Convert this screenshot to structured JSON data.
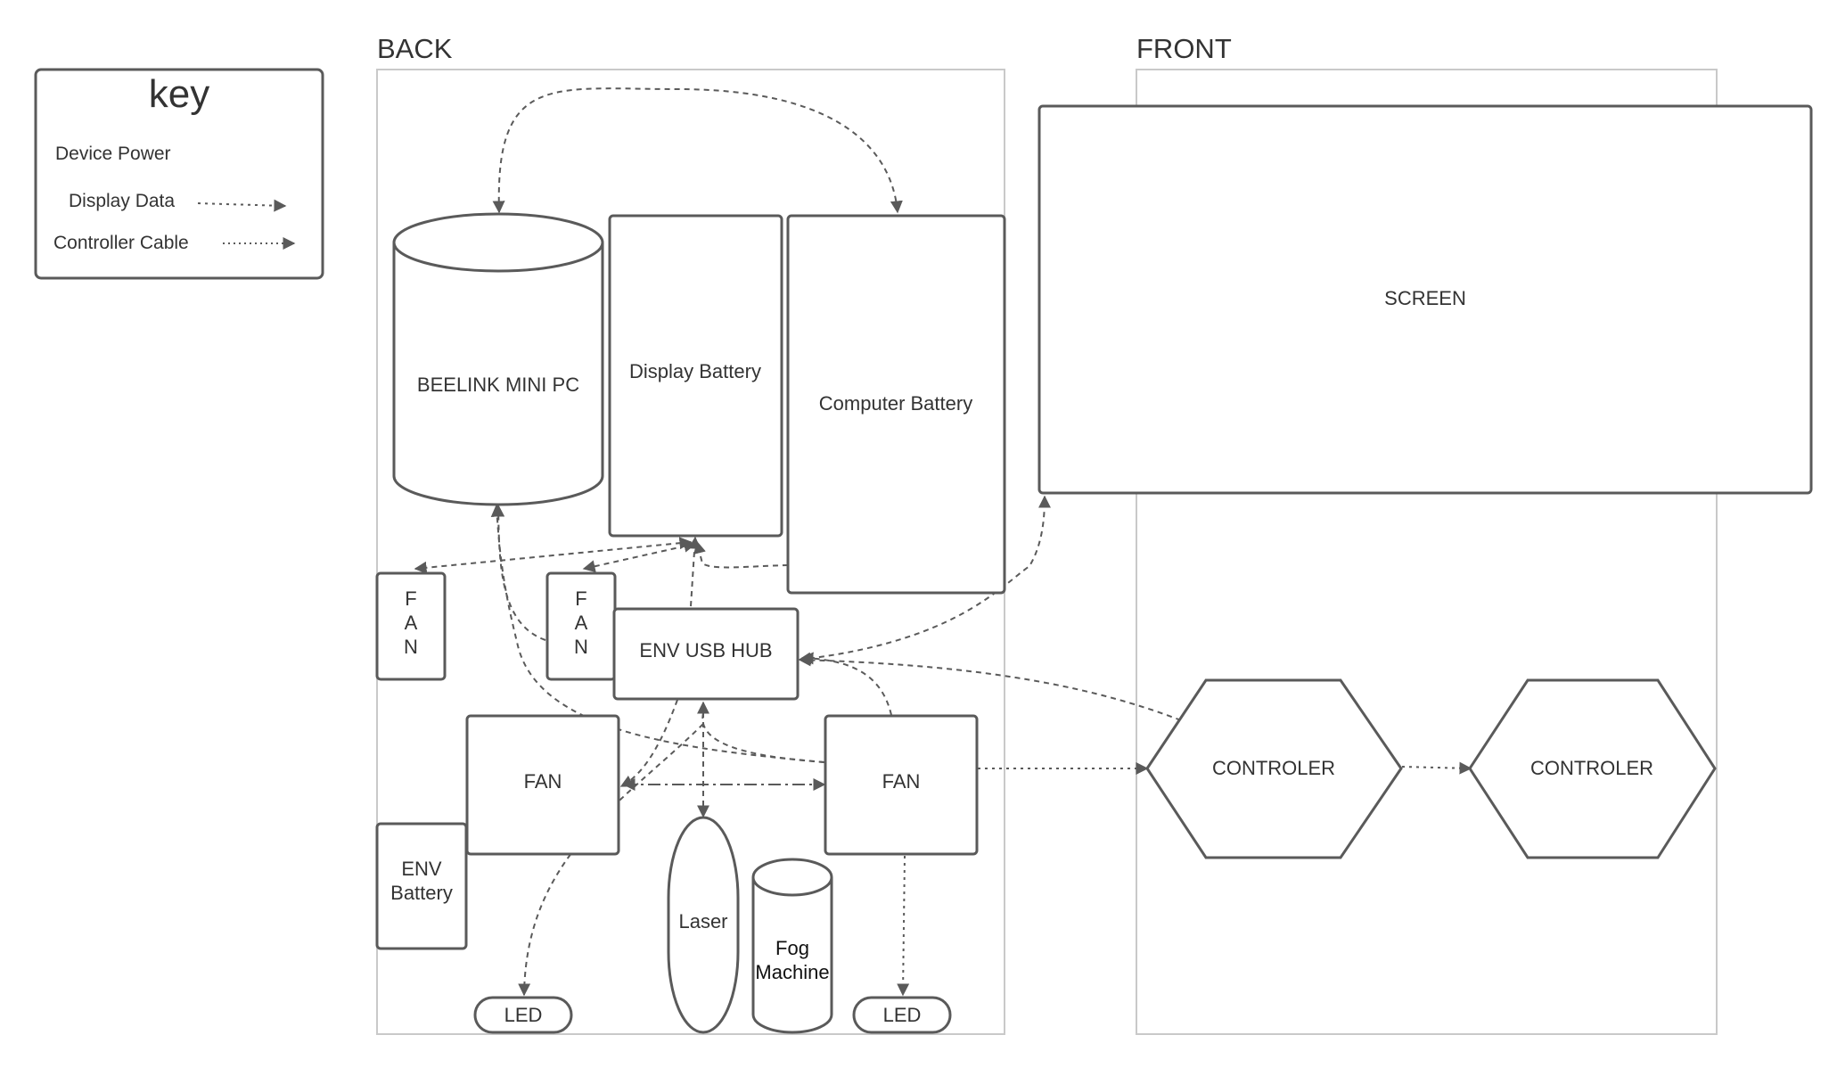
{
  "sections": {
    "back": "BACK",
    "front": "FRONT"
  },
  "key": {
    "title": "key",
    "device_power": "Device Power",
    "display_data": "Display Data",
    "controller_cable": "Controller Cable"
  },
  "nodes": {
    "beelink": "BEELINK MINI PC",
    "display_battery": "Display Battery",
    "computer_battery": "Computer Battery",
    "screen": "SCREEN",
    "fan_left_v": [
      "F",
      "A",
      "N"
    ],
    "fan_mid_v": [
      "F",
      "A",
      "N"
    ],
    "env_usb_hub": "ENV USB HUB",
    "fan_left": "FAN",
    "fan_right": "FAN",
    "env_battery": [
      "ENV",
      "Battery"
    ],
    "laser": "Laser",
    "fog_machine": [
      "Fog",
      "Machine"
    ],
    "led_left": "LED",
    "led_right": "LED",
    "controller_1": "CONTROLER",
    "controller_2": "CONTROLER"
  },
  "colors": {
    "stroke": "#5a5a5a",
    "panel_border": "#c9c9c9",
    "text": "#333333"
  }
}
